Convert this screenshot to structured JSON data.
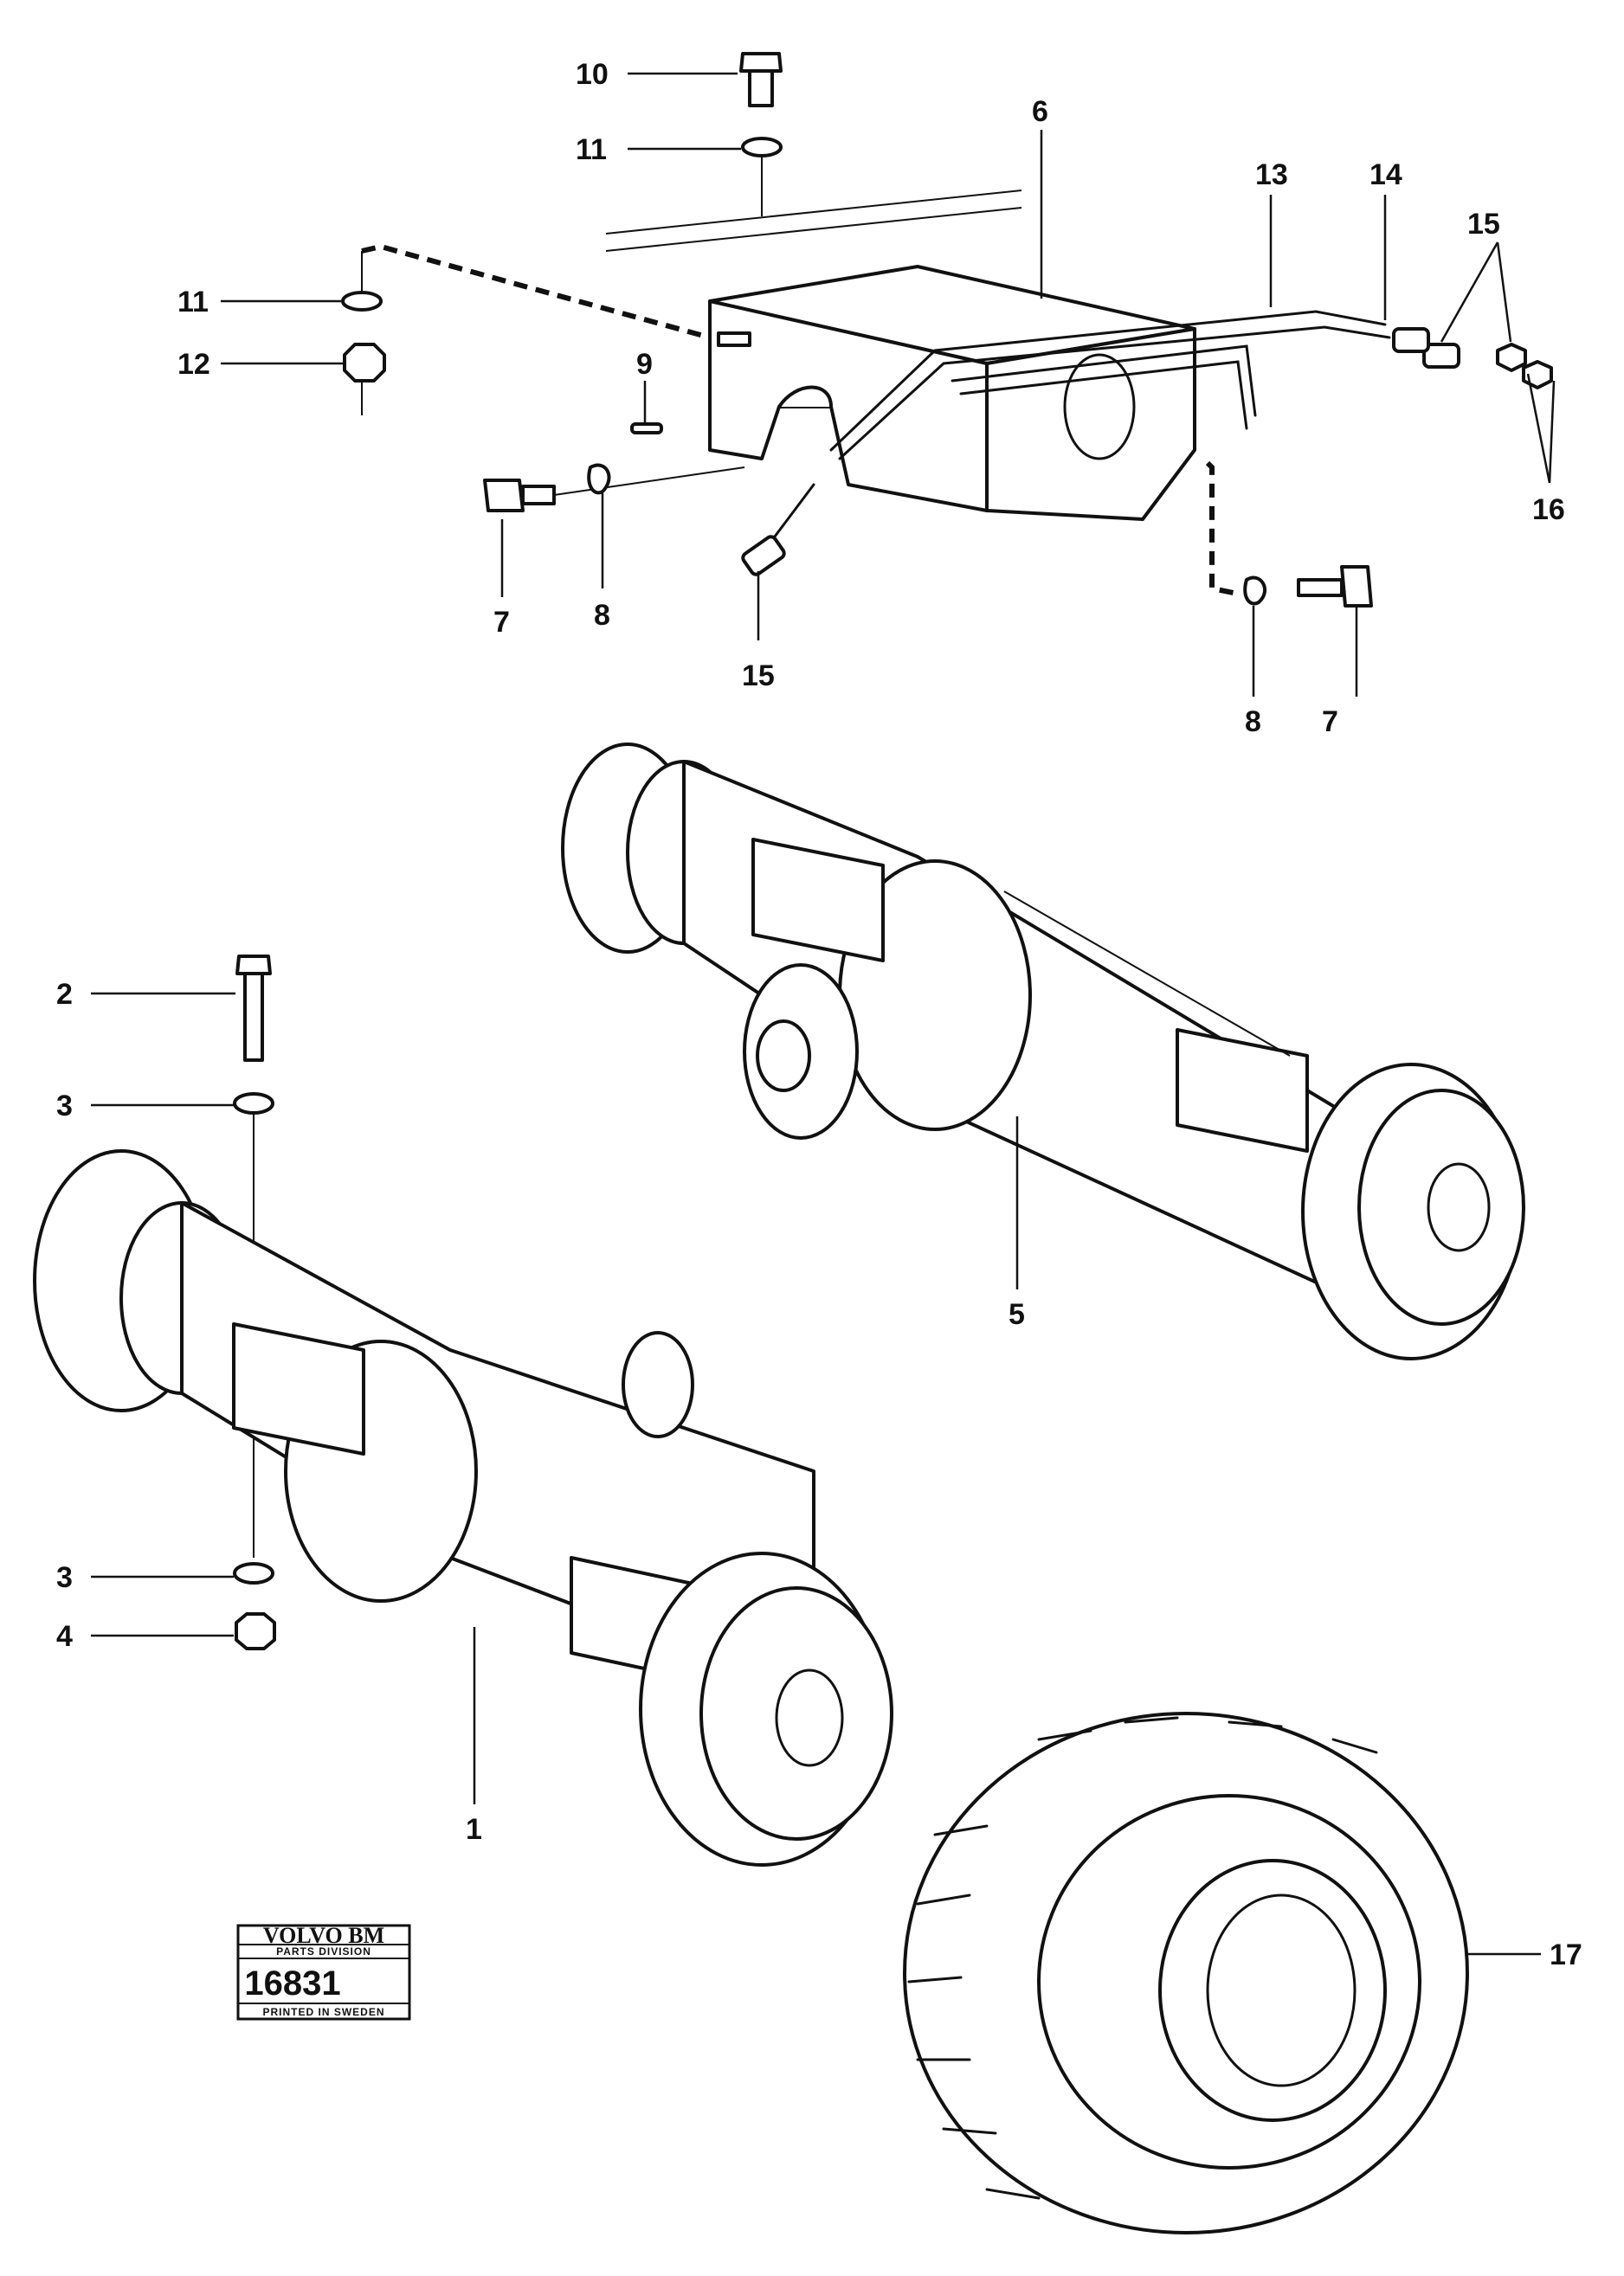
{
  "callouts": {
    "c1": "1",
    "c2": "2",
    "c3a": "3",
    "c3b": "3",
    "c4": "4",
    "c5": "5",
    "c6": "6",
    "c7a": "7",
    "c7b": "7",
    "c8a": "8",
    "c8b": "8",
    "c9": "9",
    "c10": "10",
    "c11a": "11",
    "c11b": "11",
    "c12": "12",
    "c13": "13",
    "c14": "14",
    "c15a": "15",
    "c15b": "15",
    "c16": "16",
    "c17": "17"
  },
  "stamp": {
    "brand": "VOLVO BM",
    "division": "PARTS DIVISION",
    "number": "16831",
    "printed": "PRINTED IN SWEDEN"
  }
}
